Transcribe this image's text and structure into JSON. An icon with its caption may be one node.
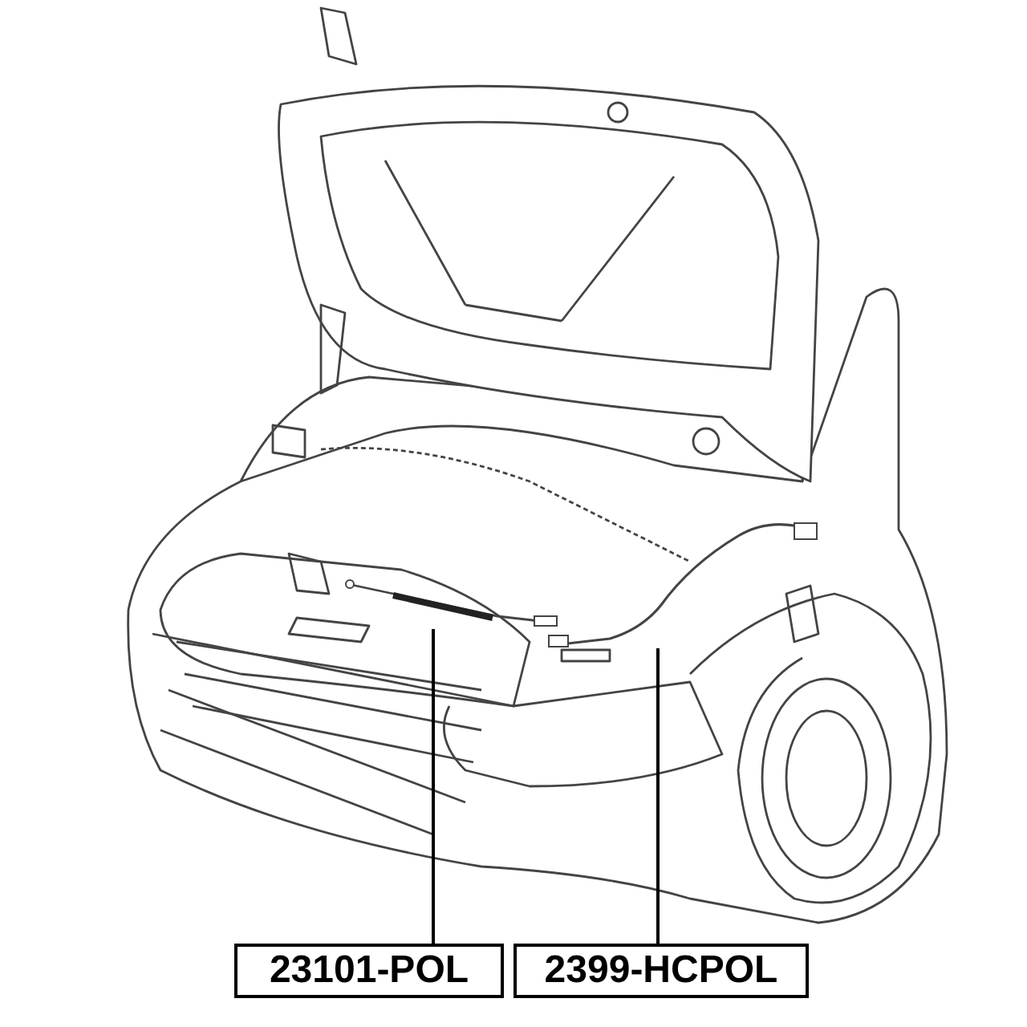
{
  "diagram": {
    "nodes": [
      {
        "text": [
          "23101-POL"
        ]
      },
      {
        "text": [
          "2399-HCPOL"
        ]
      },
      {
        "text": [],
        "shape": "picture"
      },
      {
        "text": [],
        "shape": "picture"
      }
    ],
    "edges": [
      {
        "from": 0,
        "to": 2,
        "arrow": "none"
      },
      {
        "from": 1,
        "to": 3,
        "arrow": "none"
      }
    ]
  }
}
